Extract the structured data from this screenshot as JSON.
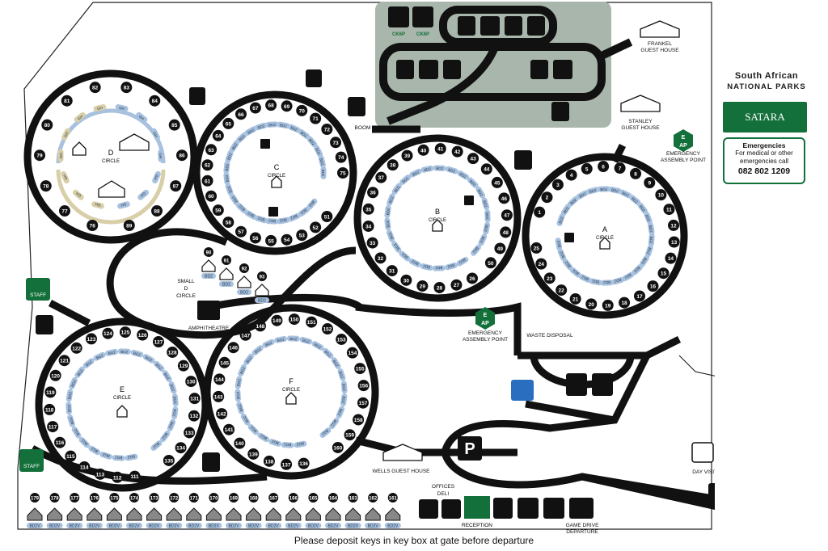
{
  "park": {
    "org_line1": "South African",
    "org_line2": "NATIONAL PARKS",
    "camp_name": "SATARA"
  },
  "emergency": {
    "title": "Emergencies",
    "line1": "For medical or other",
    "line2": "emergencies call",
    "phone": "082 802 1209"
  },
  "footer_note": "Please deposit keys in key box at gate before departure",
  "circles": {
    "a": {
      "letter": "A",
      "word": "CIRCLE",
      "sites": [
        "1",
        "2",
        "3",
        "4",
        "5",
        "6",
        "7",
        "8",
        "9",
        "10",
        "11",
        "12",
        "13",
        "14",
        "15",
        "16",
        "17",
        "18",
        "19",
        "20",
        "21",
        "22",
        "23",
        "24",
        "25"
      ]
    },
    "b": {
      "letter": "B",
      "word": "CIRCLE",
      "sites": [
        "26",
        "27",
        "28",
        "29",
        "30",
        "31",
        "32",
        "33",
        "34",
        "35",
        "36",
        "37",
        "38",
        "39",
        "40",
        "41",
        "42",
        "43",
        "44",
        "45",
        "46",
        "47",
        "48",
        "49",
        "50"
      ]
    },
    "c": {
      "letter": "C",
      "word": "CIRCLE",
      "sites": [
        "51",
        "52",
        "53",
        "54",
        "55",
        "56",
        "57",
        "58",
        "59",
        "60",
        "61",
        "62",
        "63",
        "64",
        "65",
        "66",
        "67",
        "68",
        "69",
        "70",
        "71",
        "72",
        "73",
        "74",
        "75"
      ]
    },
    "d": {
      "letter": "D",
      "word": "CIRCLE",
      "sites": [
        "76",
        "77",
        "78",
        "79",
        "80",
        "81",
        "82",
        "83",
        "84",
        "85",
        "86",
        "87",
        "88",
        "89"
      ]
    },
    "e": {
      "letter": "E",
      "word": "CIRCLE",
      "sites": [
        "111",
        "112",
        "113",
        "114",
        "115",
        "116",
        "117",
        "118",
        "119",
        "120",
        "121",
        "122",
        "123",
        "124",
        "125",
        "126",
        "127",
        "128",
        "129",
        "130",
        "131",
        "132",
        "133",
        "134",
        "135"
      ]
    },
    "f": {
      "letter": "F",
      "word": "CIRCLE",
      "sites": [
        "136",
        "137",
        "138",
        "139",
        "140",
        "141",
        "142",
        "143",
        "144",
        "145",
        "146",
        "147",
        "148",
        "149",
        "150",
        "151",
        "152",
        "153",
        "154",
        "155",
        "156",
        "157",
        "158",
        "159",
        "160"
      ]
    }
  },
  "unit_labels": {
    "bd2": "BD2",
    "bg2": "BG2",
    "bd2v": "BD2V",
    "gh": "GH"
  },
  "small_d": {
    "line1": "SMALL",
    "line2": "D",
    "line3": "CIRCLE",
    "units": [
      "90",
      "91",
      "92",
      "93"
    ]
  },
  "bottom_row": {
    "units": [
      "179",
      "178",
      "177",
      "176",
      "175",
      "174",
      "173",
      "172",
      "171",
      "170",
      "169",
      "168",
      "167",
      "166",
      "165",
      "164",
      "163",
      "162",
      "161"
    ]
  },
  "places": {
    "frankel": {
      "line1": "FRANKEL",
      "line2": "GUEST HOUSE"
    },
    "stanley": {
      "line1": "STANLEY",
      "line2": "GUEST HOUSE"
    },
    "boom_gate": "BOOM GATE",
    "amphitheatre": "AMPHITHEATRE",
    "waste_disposal": "WASTE DISPOSAL",
    "wells": "WELLS GUEST HOUSE",
    "offices": "OFFICES",
    "deli": "DELI",
    "reception": "RECEPTION",
    "game_drive_1": "GAME DRIVE",
    "game_drive_2": "DEPARTURE",
    "day_visitor": "DAY VISITOR AREA",
    "staff": "STAFF",
    "assembly_1": "EMERGENCY",
    "assembly_2": "ASSEMBLY POINT",
    "ck6p": "CK6P",
    "ea_e": "E",
    "ea_ap": "AP",
    "parking": "P"
  },
  "colors": {
    "brand_green": "#13703a",
    "blue_site": "#a7c1df",
    "gray_area": "#a8b6ab",
    "road": "#111111",
    "tan_site": "#d8cfa8"
  }
}
